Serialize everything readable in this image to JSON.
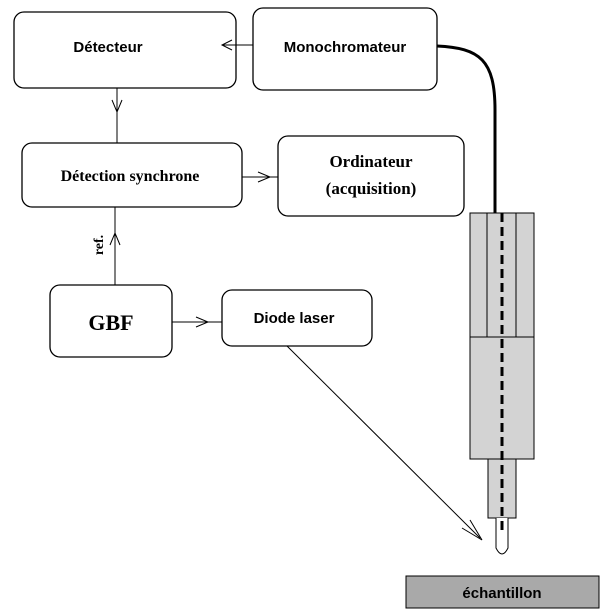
{
  "blocks": {
    "detecteur": "Détecteur",
    "monochromateur": "Monochromateur",
    "detection_synchrone": "Détection synchrone",
    "ordinateur_line1": "Ordinateur",
    "ordinateur_line2": "(acquisition)",
    "gbf": "GBF",
    "diode_laser": "Diode laser",
    "echantillon": "échantillon"
  },
  "labels": {
    "ref": "ref."
  },
  "colors": {
    "stroke": "#000000",
    "probe_fill": "#d3d3d3",
    "sample_fill": "#a9a9a9"
  }
}
